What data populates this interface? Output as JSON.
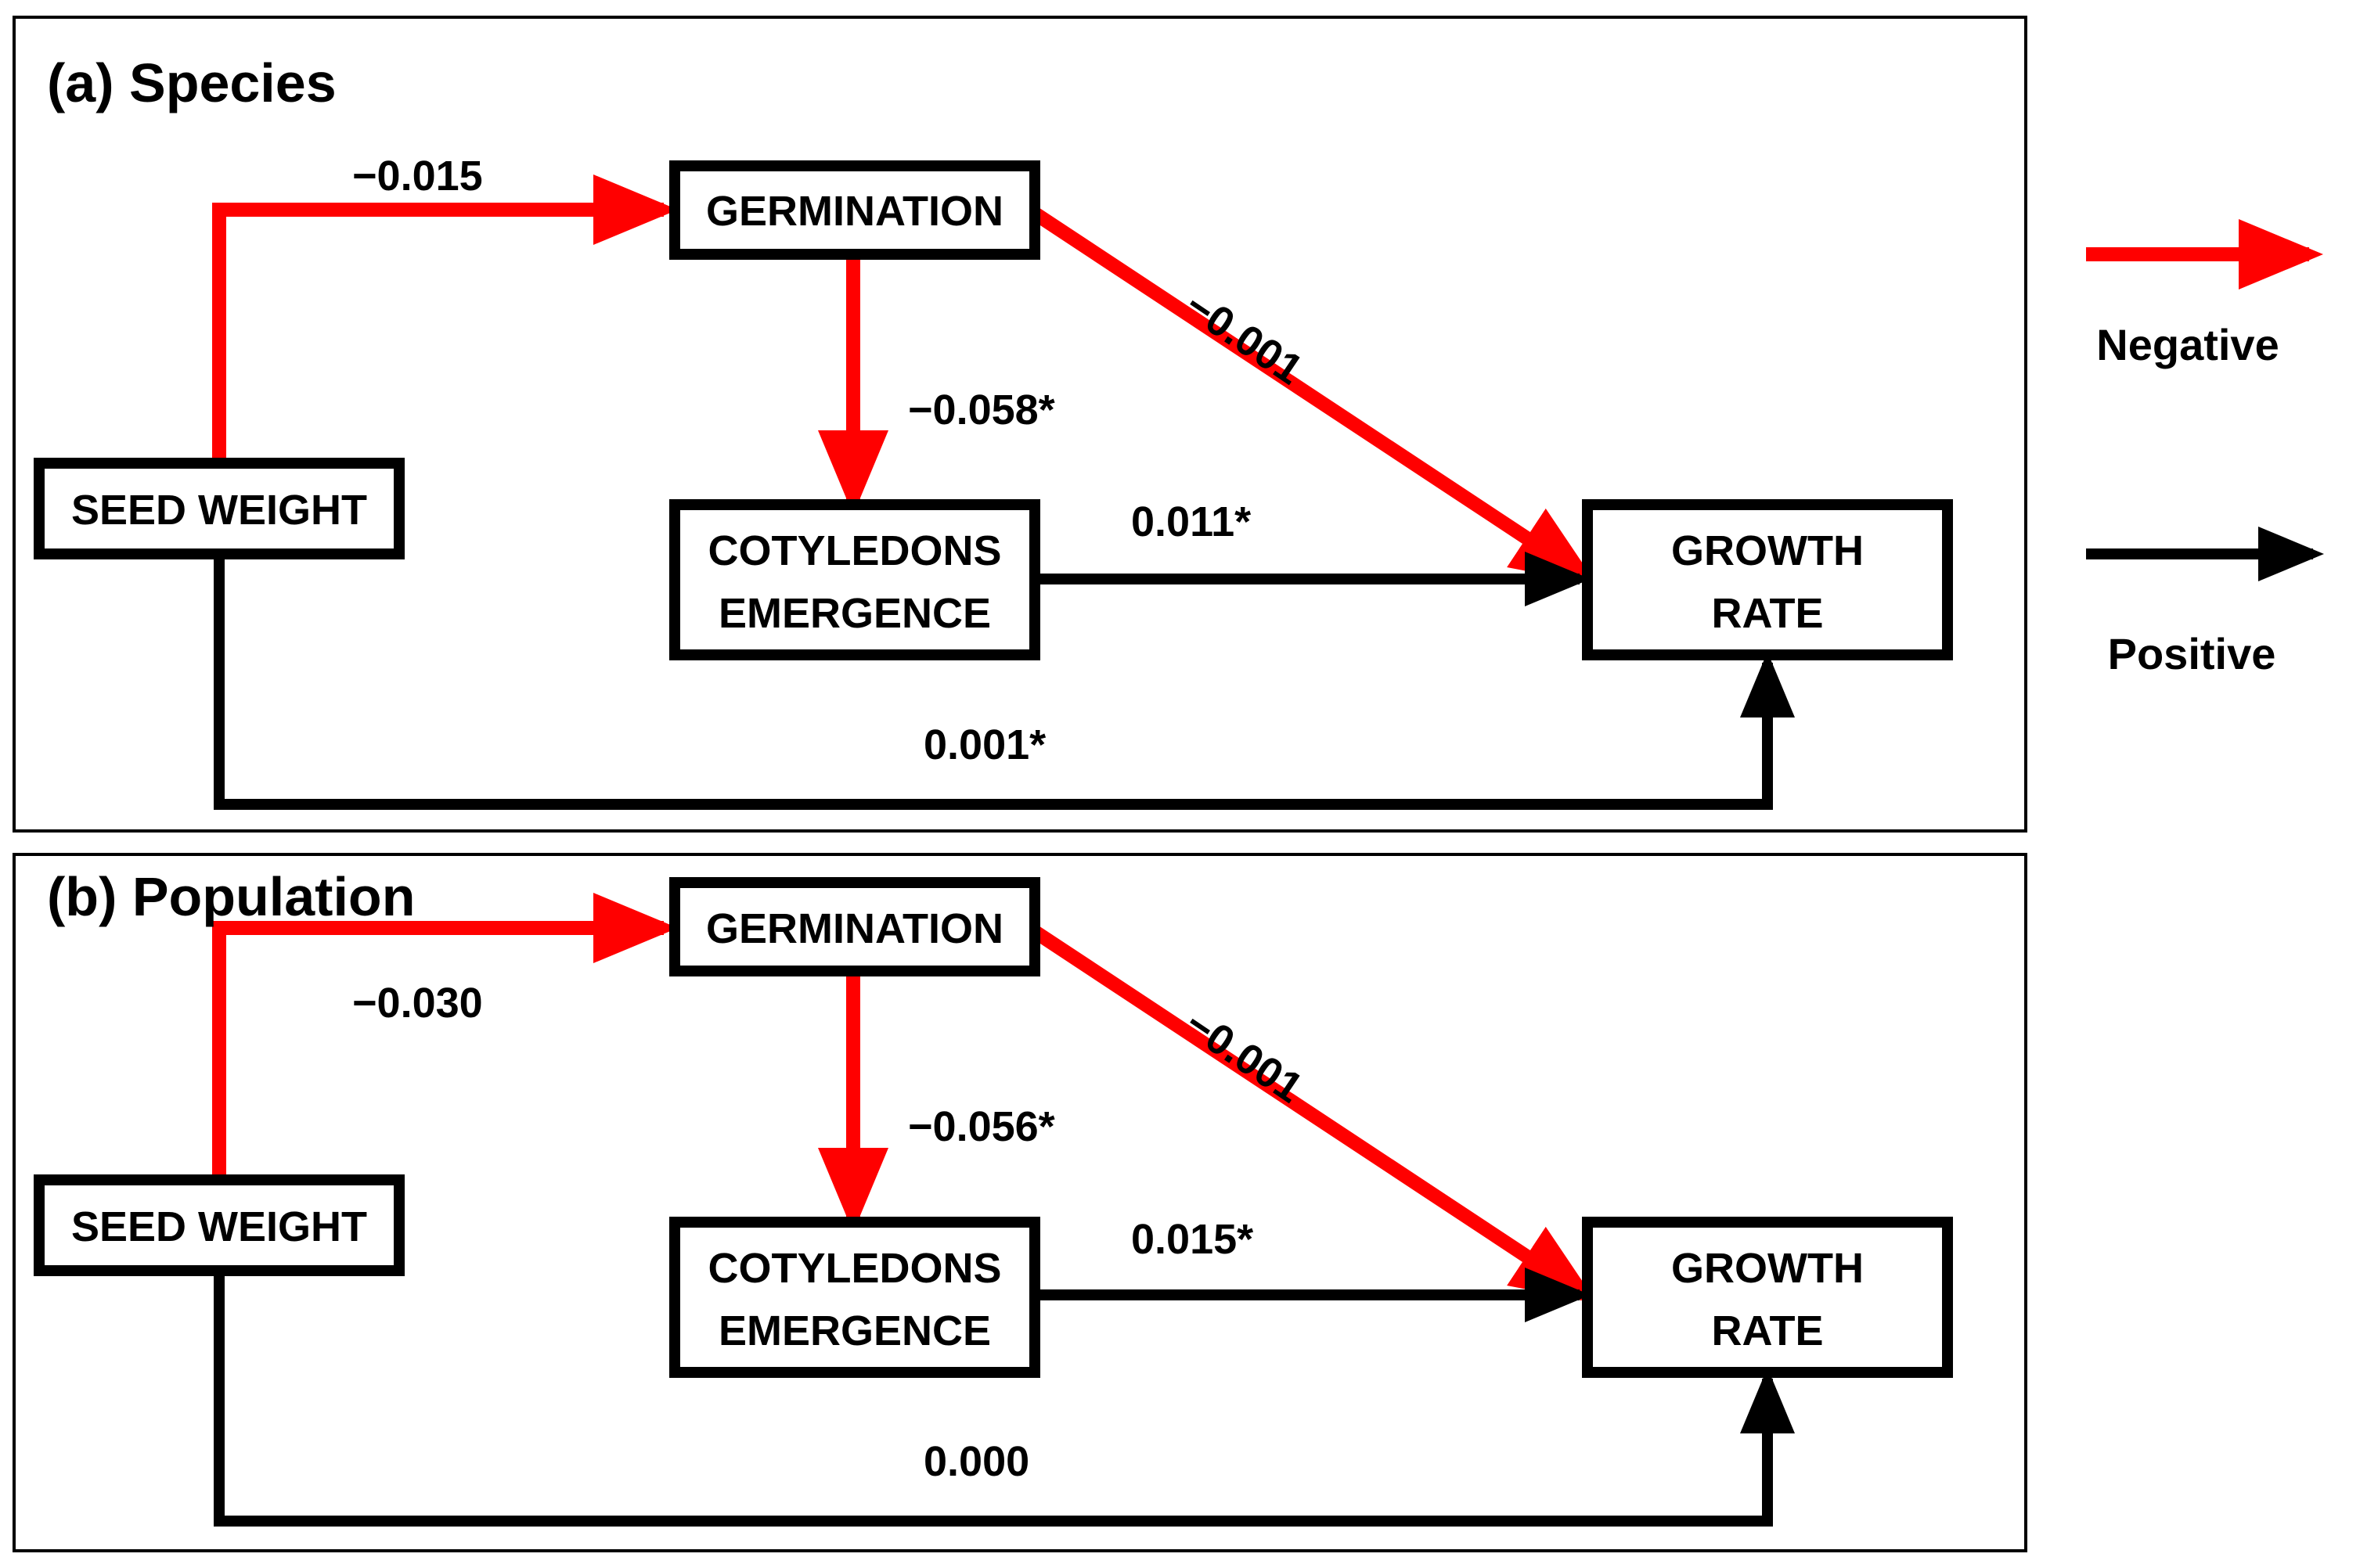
{
  "colors": {
    "negative": "#ff0000",
    "positive": "#000000"
  },
  "panels": [
    {
      "title": "(a) Species",
      "nodes": {
        "seed_weight": "SEED WEIGHT",
        "germination": "GERMINATION",
        "cotyledons_line1": "COTYLEDONS",
        "cotyledons_line2": "EMERGENCE",
        "growth_line1": "GROWTH",
        "growth_line2": "RATE"
      },
      "paths": {
        "seed_to_germination": {
          "value": "−0.015",
          "sign": "negative"
        },
        "germination_to_cotyledons": {
          "value": "−0.058*",
          "sign": "negative"
        },
        "germination_to_growth": {
          "value": "−0.001",
          "sign": "negative"
        },
        "cotyledons_to_growth": {
          "value": "0.011*",
          "sign": "positive"
        },
        "seed_to_growth": {
          "value": "0.001*",
          "sign": "positive"
        }
      }
    },
    {
      "title": "(b) Population",
      "nodes": {
        "seed_weight": "SEED WEIGHT",
        "germination": "GERMINATION",
        "cotyledons_line1": "COTYLEDONS",
        "cotyledons_line2": "EMERGENCE",
        "growth_line1": "GROWTH",
        "growth_line2": "RATE"
      },
      "paths": {
        "seed_to_germination": {
          "value": "−0.030",
          "sign": "negative"
        },
        "germination_to_cotyledons": {
          "value": "−0.056*",
          "sign": "negative"
        },
        "germination_to_growth": {
          "value": "−0.001",
          "sign": "negative"
        },
        "cotyledons_to_growth": {
          "value": "0.015*",
          "sign": "positive"
        },
        "seed_to_growth": {
          "value": "0.000",
          "sign": "positive"
        }
      }
    }
  ],
  "legend": {
    "negative_label": "Negative",
    "positive_label": "Positive"
  }
}
